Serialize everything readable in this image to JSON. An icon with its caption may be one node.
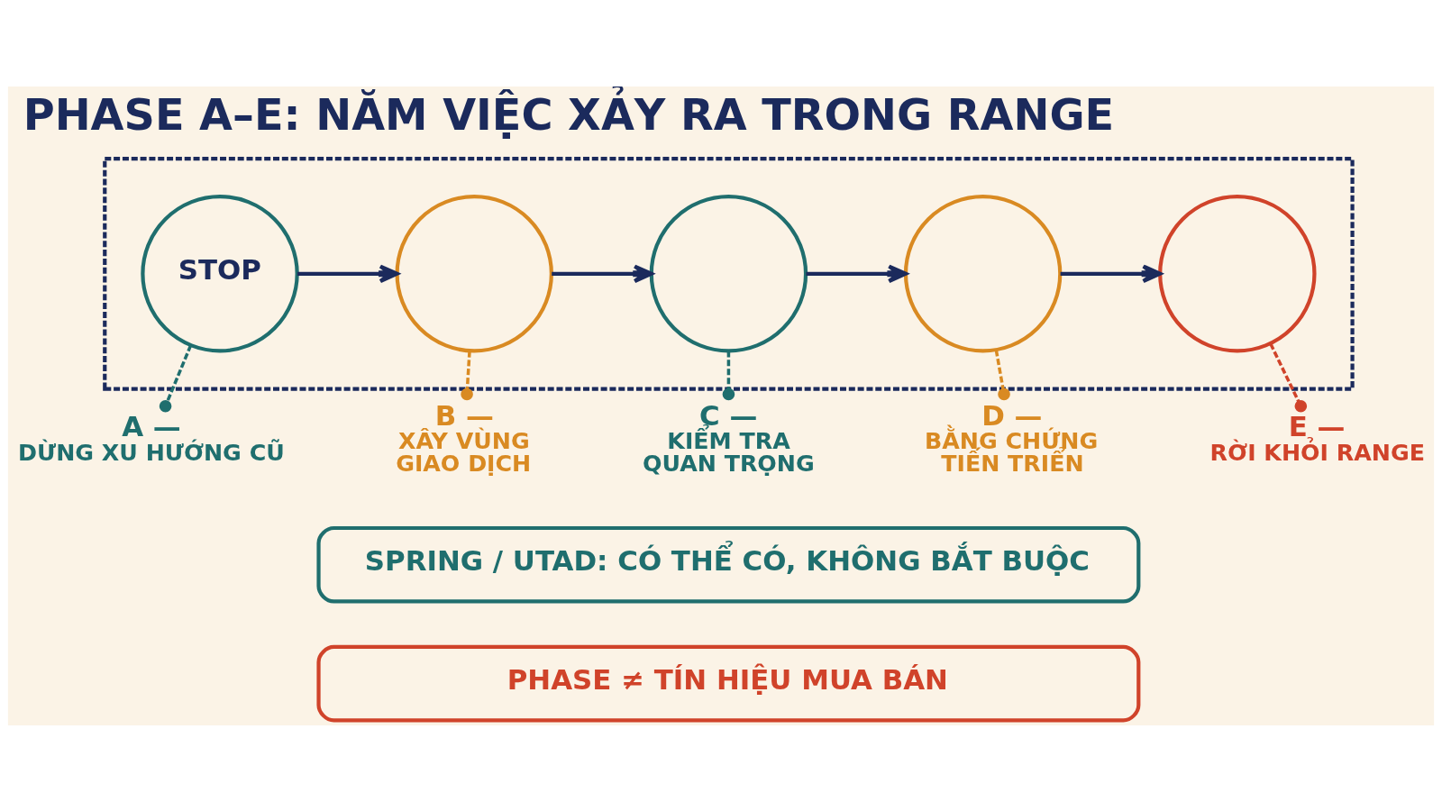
{
  "diagram": {
    "title": "PHASE A–E: NĂM VIỆC XẢY RA TRONG RANGE",
    "nodes": [
      {
        "text": [],
        "shape": "box"
      },
      {
        "text": [
          "STOP"
        ],
        "in": 0
      },
      {
        "text": [],
        "shape": "circle",
        "in": 0
      },
      {
        "text": [],
        "shape": "circle",
        "in": 0
      },
      {
        "text": [],
        "shape": "circle",
        "in": 0
      },
      {
        "text": [],
        "shape": "circle",
        "in": 0
      },
      {
        "text": [
          "A —",
          "DỪNG XU HƯỚNG CŨ"
        ]
      },
      {
        "text": [
          "B —",
          "XÂY VÙNG GIAO DỊCH"
        ]
      },
      {
        "text": [
          "C —",
          "KIỂM TRA QUAN TRỌNG"
        ]
      },
      {
        "text": [
          "D —",
          "BẰNG CHỨNG TIẾN TRIỂN"
        ]
      },
      {
        "text": [
          "E —",
          "RỜI KHỎI RANGE"
        ]
      },
      {
        "text": [
          "SPRING / UTAD: CÓ THỂ CÓ, KHÔNG BẮT BUỘC"
        ]
      },
      {
        "text": [
          "PHASE ≠ TÍN HIỆU MUA BÁN"
        ]
      }
    ],
    "edges": [
      {
        "from": 1,
        "to": 2,
        "arrow": "to"
      },
      {
        "from": 2,
        "to": 3,
        "arrow": "to"
      },
      {
        "from": 3,
        "to": 4,
        "arrow": "to"
      },
      {
        "from": 4,
        "to": 5,
        "arrow": "to"
      },
      {
        "from": 1,
        "to": 6,
        "arrow": "other",
        "style": "dashed",
        "color": "#1f6e6e"
      },
      {
        "from": 2,
        "to": 7,
        "arrow": "other",
        "style": "dashed",
        "color": "#d98a22"
      },
      {
        "from": 3,
        "to": 8,
        "arrow": "other",
        "style": "dashed",
        "color": "#1f6e6e"
      },
      {
        "from": 4,
        "to": 9,
        "arrow": "other",
        "style": "dashed",
        "color": "#d98a22"
      },
      {
        "from": 5,
        "to": 10,
        "arrow": "other",
        "style": "dashed",
        "color": "#d0432a"
      }
    ]
  }
}
